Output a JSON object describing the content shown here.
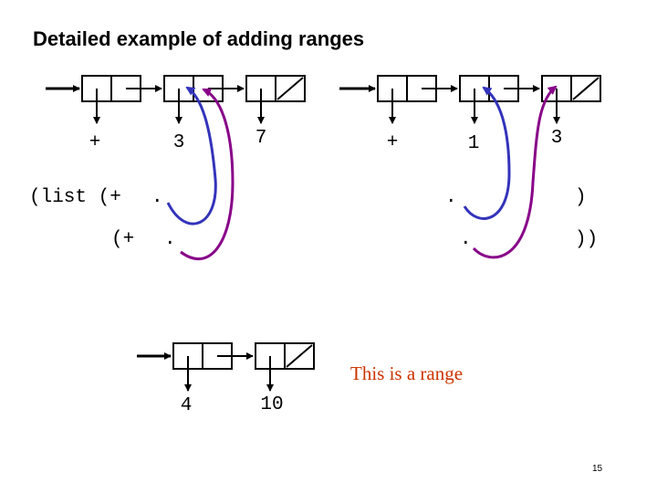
{
  "title": "Detailed example of adding ranges",
  "list1_values": [
    "+",
    "3",
    "7"
  ],
  "list2_values": [
    "+",
    "1",
    "3"
  ],
  "range_values": [
    "4",
    "10"
  ],
  "code": {
    "line1_prefix": "(list (+",
    "line1_dot1": ".",
    "line1_dot2": ".",
    "line1_close": ")",
    "line2_prefix": "(+",
    "line2_dot1": ".",
    "line2_dot2": ".",
    "line2_close": "))"
  },
  "range_label": "This is a range",
  "page_number": "15",
  "colors": {
    "blue_arrow": "#3333bb",
    "purple_arrow": "#880088",
    "range_label": "#cc3300"
  }
}
